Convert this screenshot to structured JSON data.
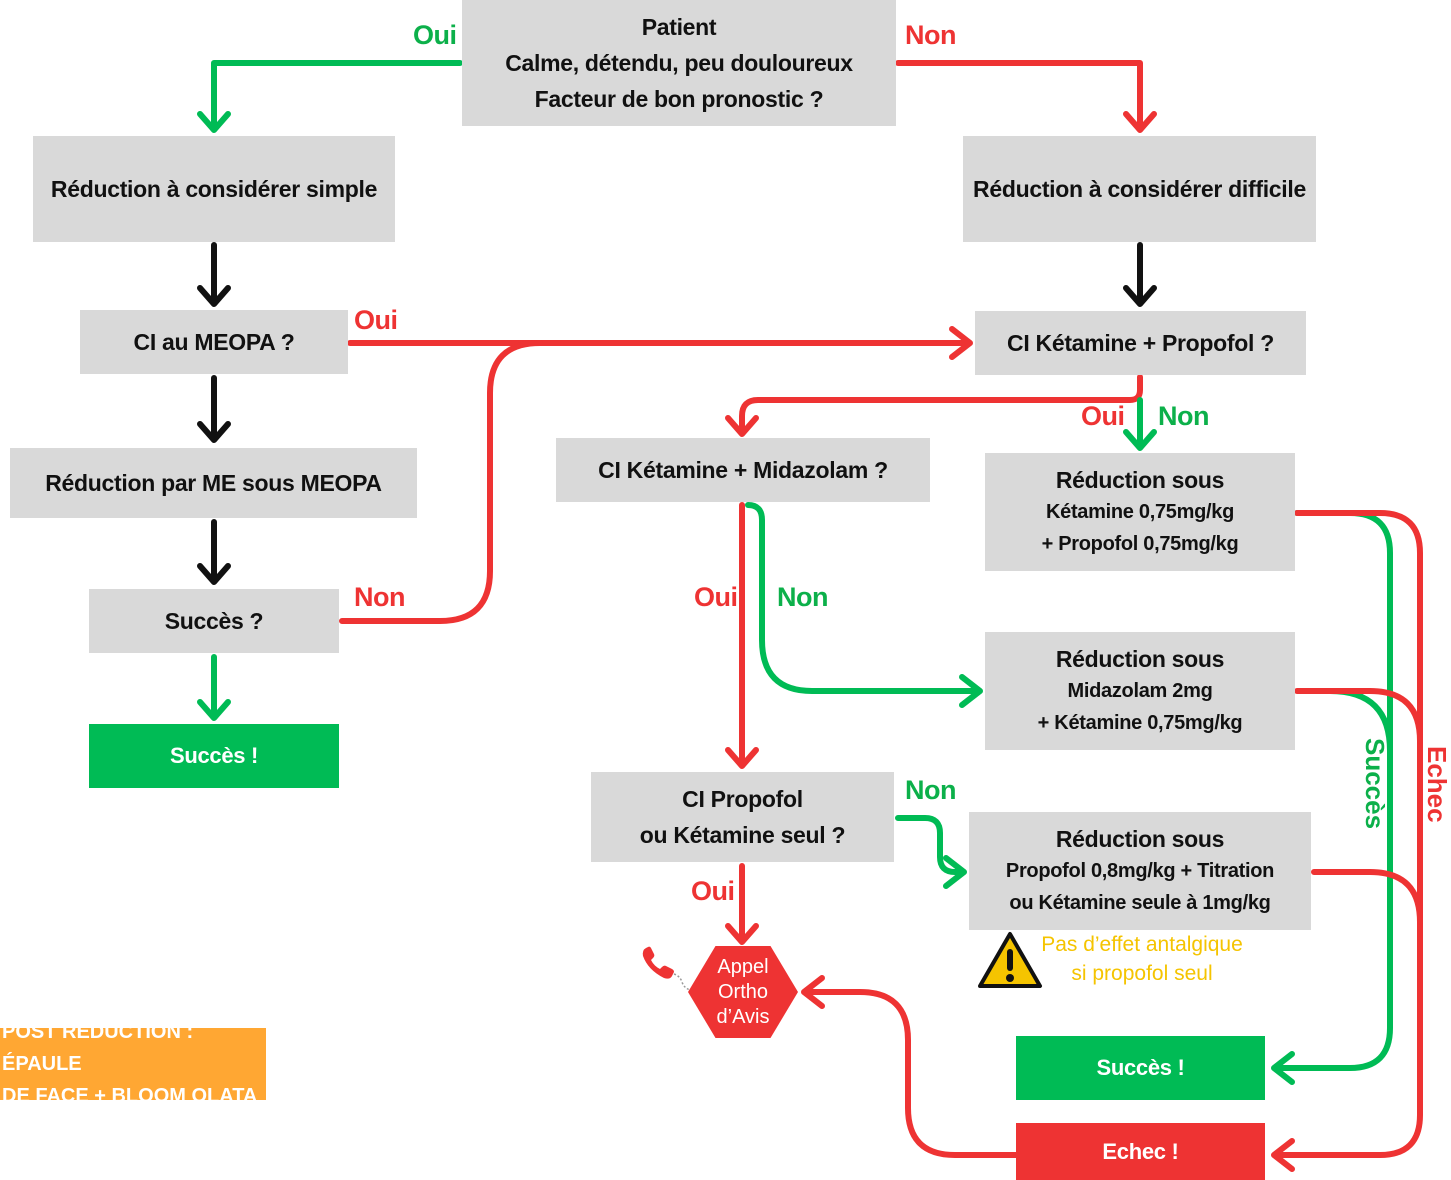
{
  "nodes": {
    "patient": [
      "Patient",
      "Calme, détendu, peu douloureux",
      "Facteur de bon pronostic ?"
    ],
    "reduction_simple": "Réduction à considérer simple",
    "reduction_difficile": "Réduction à considérer difficile",
    "ci_meopa": "CI au MEOPA ?",
    "ci_ketamine_propofol": "CI Kétamine + Propofol ?",
    "reduction_me_meopa": "Réduction par ME sous MEOPA",
    "ci_ketamine_midazolam": "CI Kétamine + Midazolam ?",
    "red_ket_prop": [
      "Réduction sous",
      "Kétamine 0,75mg/kg",
      "+ Propofol 0,75mg/kg"
    ],
    "succes_q": "Succès ?",
    "succes_left": "Succès !",
    "red_mid_ket": [
      "Réduction sous",
      "Midazolam 2mg",
      "+ Kétamine 0,75mg/kg"
    ],
    "ci_propofol_seul": [
      "CI Propofol",
      "ou Kétamine seul ?"
    ],
    "red_prop_titr": [
      "Réduction sous",
      "Propofol 0,8mg/kg + Titration",
      "ou Kétamine seule à 1mg/kg"
    ],
    "appel": [
      "Appel",
      "Ortho",
      "d’Avis"
    ],
    "warning": [
      "Pas d’effet antalgique",
      "si propofol seul"
    ],
    "succes_right": "Succès !",
    "echec_box": "Echec !",
    "note": [
      "POST RÉDUCTION : ÉPAULE",
      "DE FACE + BLOOM OLATA"
    ]
  },
  "labels": {
    "oui": "Oui",
    "non": "Non",
    "succes_vertical": "Succès",
    "echec_vertical": "Echec"
  },
  "colors": {
    "yes_green": "#00bb55",
    "no_red": "#ee3333",
    "neutral_black": "#111111",
    "box_grey": "#d9d9d9",
    "warning_yellow": "#f5c400",
    "note_orange": "#ffa733"
  },
  "icons": [
    "phone-icon",
    "warning-icon"
  ]
}
